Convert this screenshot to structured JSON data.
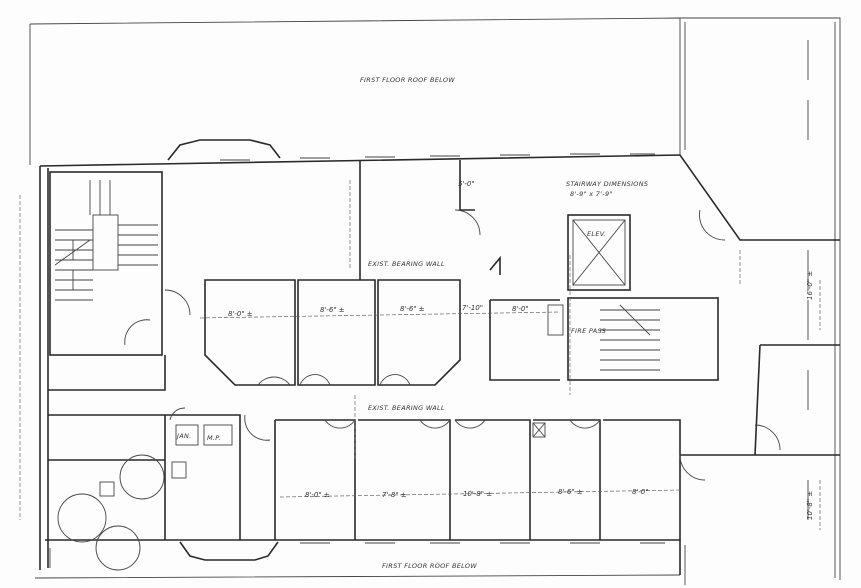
{
  "labels": {
    "roof_top": "FIRST FLOOR ROOF BELOW",
    "roof_bottom": "FIRST FLOOR ROOF BELOW",
    "bearing_wall_upper": "EXIST. BEARING WALL",
    "bearing_wall_lower": "EXIST. BEARING WALL",
    "stair_dims_title": "STAIRWAY DIMENSIONS",
    "stair_dims_value": "8'-9\" x 7'-9\"",
    "elevator": "ELEV.",
    "fire_pass": "FIRE PASS",
    "janitor": "JAN.",
    "mech": "M.P."
  },
  "dimensions": {
    "room_u1": "8'-0\" ±",
    "room_u2": "8'-6\" ±",
    "room_u3": "8'-6\" ±",
    "corridor": "7'-10\"",
    "room_u4": "8'-0\"",
    "door_top": "5'-0\"",
    "room_l1": "8'-0\" ±",
    "room_l2": "7'-8\" ±",
    "room_l3": "10'-8\" ±",
    "room_l4": "8'-6\" ±",
    "room_l5": "8'-0\"",
    "right_upper": "16'-0\" ±",
    "right_lower": "10'-8\" ±"
  }
}
